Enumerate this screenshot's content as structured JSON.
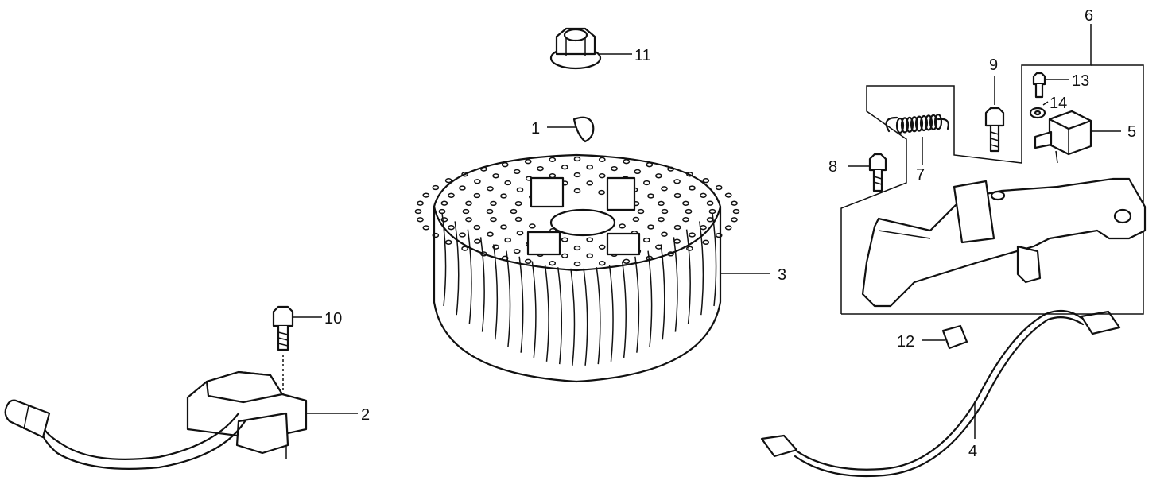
{
  "callouts": [
    {
      "id": "1",
      "part": "key"
    },
    {
      "id": "2",
      "part": "ignition-coil"
    },
    {
      "id": "3",
      "part": "flywheel"
    },
    {
      "id": "4",
      "part": "wire-harness"
    },
    {
      "id": "5",
      "part": "switch"
    },
    {
      "id": "6",
      "part": "brake-assembly"
    },
    {
      "id": "7",
      "part": "spring"
    },
    {
      "id": "8",
      "part": "bolt"
    },
    {
      "id": "9",
      "part": "bolt"
    },
    {
      "id": "10",
      "part": "bolt"
    },
    {
      "id": "11",
      "part": "flange-nut"
    },
    {
      "id": "12",
      "part": "clip"
    },
    {
      "id": "13",
      "part": "screw"
    },
    {
      "id": "14",
      "part": "washer"
    }
  ],
  "colors": {
    "line": "#111111",
    "background": "#ffffff"
  }
}
